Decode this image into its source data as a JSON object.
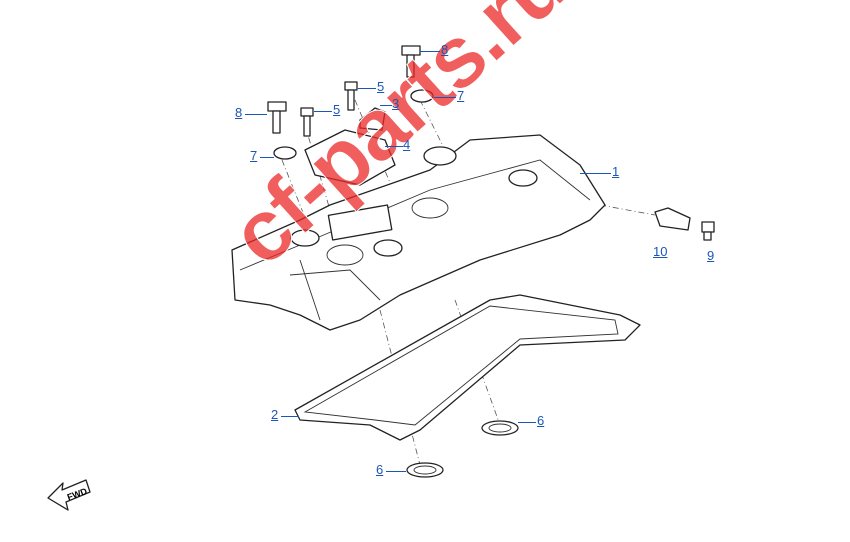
{
  "diagram": {
    "callouts": [
      {
        "id": "c8a",
        "label": "8"
      },
      {
        "id": "c5a",
        "label": "5"
      },
      {
        "id": "c5b",
        "label": "5"
      },
      {
        "id": "c3",
        "label": "3"
      },
      {
        "id": "c7a",
        "label": "7"
      },
      {
        "id": "c8b",
        "label": "8"
      },
      {
        "id": "c7b",
        "label": "7"
      },
      {
        "id": "c4",
        "label": "4"
      },
      {
        "id": "c1",
        "label": "1"
      },
      {
        "id": "c10",
        "label": "10"
      },
      {
        "id": "c9",
        "label": "9"
      },
      {
        "id": "c2",
        "label": "2"
      },
      {
        "id": "c6a",
        "label": "6"
      },
      {
        "id": "c6b",
        "label": "6"
      }
    ],
    "watermark": "cf-parts.ru",
    "direction_badge": "FWD",
    "colors": {
      "callout": "#1a56b8",
      "watermark": "#eb2828"
    }
  }
}
